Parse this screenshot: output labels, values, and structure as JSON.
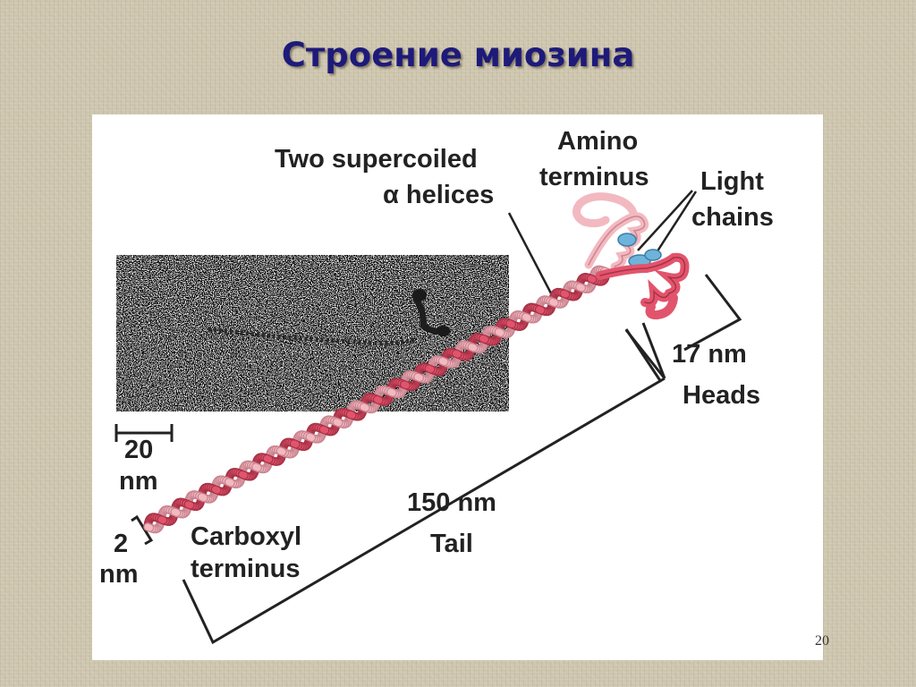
{
  "slide": {
    "title": "Строение миозина",
    "number": "20"
  },
  "diagram": {
    "labels": {
      "supercoiled_line1": "Two supercoiled",
      "supercoiled_line2": "α helices",
      "amino_line1": "Amino",
      "amino_line2": "terminus",
      "light_line1": "Light",
      "light_line2": "chains",
      "heads_size": "17 nm",
      "heads_name": "Heads",
      "scale_value": "20",
      "scale_unit": "nm",
      "tail_size": "150 nm",
      "tail_name": "Tail",
      "width_value": "2",
      "width_unit": "nm",
      "carboxyl_line1": "Carboxyl",
      "carboxyl_line2": "terminus"
    },
    "colors": {
      "helix_dark": "#e2546c",
      "helix_light": "#f3b9c0",
      "light_chains": "#6fb3da",
      "title": "#1d1a7a"
    }
  }
}
